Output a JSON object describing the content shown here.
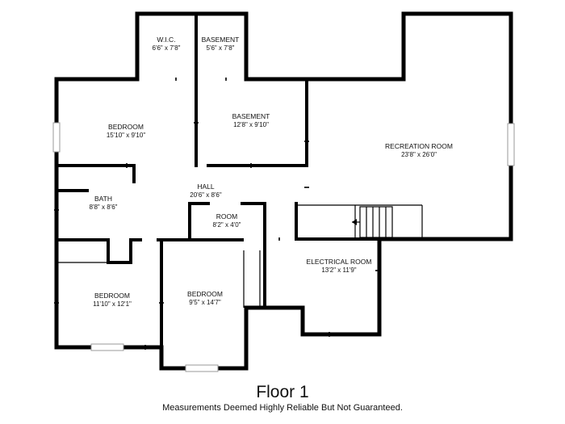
{
  "rooms": [
    {
      "id": "wic",
      "name": "W.I.C.",
      "dims": "6'6\" x 7'8\""
    },
    {
      "id": "basement-small",
      "name": "BASEMENT",
      "dims": "5'6\" x 7'8\""
    },
    {
      "id": "bedroom-nw",
      "name": "BEDROOM",
      "dims": "15'10\" x 9'10\""
    },
    {
      "id": "basement",
      "name": "BASEMENT",
      "dims": "12'8\" x 9'10\""
    },
    {
      "id": "recreation-room",
      "name": "RECREATION ROOM",
      "dims": "23'8\" x 26'0\""
    },
    {
      "id": "hall",
      "name": "HALL",
      "dims": "20'6\" x 8'6\""
    },
    {
      "id": "bath",
      "name": "BATH",
      "dims": "8'8\" x 8'6\""
    },
    {
      "id": "room",
      "name": "ROOM",
      "dims": "8'2\" x 4'0\""
    },
    {
      "id": "electrical-room",
      "name": "ELECTRICAL ROOM",
      "dims": "13'2\" x 11'9\""
    },
    {
      "id": "bedroom-sw",
      "name": "BEDROOM",
      "dims": "11'10\" x 12'1\""
    },
    {
      "id": "bedroom-s",
      "name": "BEDROOM",
      "dims": "9'5\" x 14'7\""
    }
  ],
  "floor_title": "Floor 1",
  "disclaimer": "Measurements Deemed Highly Reliable But Not Guaranteed."
}
